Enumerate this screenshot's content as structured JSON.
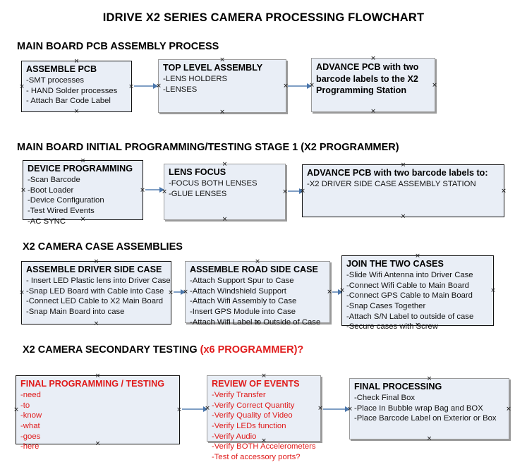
{
  "document": {
    "title": "IDRIVE X2  SERIES CAMERA PROCESSING FLOWCHART",
    "accent_color": "#e01b1b",
    "node_fill": "#e9eef6",
    "arrow_color": "#7f9ec4"
  },
  "sections": [
    {
      "id": "pcb-assembly",
      "heading": "MAIN BOARD PCB ASSEMBLY PROCESS",
      "heading_accent": "",
      "nodes": [
        {
          "id": "assemble-pcb",
          "title": "ASSEMBLE PCB",
          "lines": [
            "-SMT processes",
            "- HAND Solder processes",
            "- Attach Bar Code Label"
          ]
        },
        {
          "id": "top-level-assembly",
          "title": "TOP LEVEL ASSEMBLY",
          "lines": [
            "-LENS HOLDERS",
            "-LENSES"
          ]
        },
        {
          "id": "advance-pcb-station",
          "title": "ADVANCE PCB with two barcode labels to the  X2 Programming Station",
          "lines": []
        }
      ]
    },
    {
      "id": "initial-programming",
      "heading": "MAIN BOARD INITIAL PROGRAMMING/TESTING STAGE 1 (X2 PROGRAMMER)",
      "heading_accent": "",
      "nodes": [
        {
          "id": "device-programming",
          "title": "DEVICE PROGRAMMING",
          "lines": [
            "-Scan Barcode",
            "-Boot Loader",
            "-Device Configuration",
            "-Test Wired Events",
            "-AC SYNC"
          ]
        },
        {
          "id": "lens-focus",
          "title": "LENS FOCUS",
          "lines": [
            "-FOCUS BOTH LENSES",
            "-GLUE LENSES"
          ]
        },
        {
          "id": "advance-pcb-driver-side",
          "title": "ADVANCE PCB with two barcode labels to:",
          "lines": [
            "-X2 DRIVER  SIDE  CASE  ASSEMBLY STATION"
          ]
        }
      ]
    },
    {
      "id": "case-assemblies",
      "heading": "X2 CAMERA CASE ASSEMBLIES",
      "heading_accent": "",
      "nodes": [
        {
          "id": "assemble-driver-side-case",
          "title": "ASSEMBLE DRIVER SIDE CASE",
          "lines": [
            "- Insert LED Plastic lens into Driver Case",
            "-Snap LED Board with Cable into Case",
            "-Connect LED Cable to X2 Main Board",
            "-Snap Main Board into case"
          ]
        },
        {
          "id": "assemble-road-side-case",
          "title": "ASSEMBLE ROAD SIDE CASE",
          "lines": [
            "-Attach Support Spur to Case",
            "-Attach Windshield Support",
            "-Attach Wifi Assembly to Case",
            "-Insert GPS Module into Case",
            "-Attach Wifi Label to Outside of Case"
          ]
        },
        {
          "id": "join-the-two-cases",
          "title": "JOIN THE TWO CASES",
          "lines": [
            "-Slide Wifi Antenna into Driver Case",
            "-Connect Wifi Cable to Main Board",
            "-Connect GPS Cable to Main Board",
            "-Snap Cases Together",
            "-Attach S/N Label to outside of case",
            "-Secure cases with Screw"
          ]
        }
      ]
    },
    {
      "id": "secondary-testing",
      "heading": "X2 CAMERA SECONDARY TESTING ",
      "heading_accent": "(x6 PROGRAMMER)?",
      "nodes": [
        {
          "id": "final-programming-testing",
          "title": "FINAL PROGRAMMING / TESTING",
          "lines": [
            "-need",
            "-to",
            "-know",
            "-what",
            "-goes",
            "-here"
          ]
        },
        {
          "id": "review-of-events",
          "title": "REVIEW OF EVENTS",
          "lines": [
            "-Verify Transfer",
            "-Verify Correct Quantity",
            "-Verify Quality of Video",
            "-Verify LEDs function",
            "-Verify Audio",
            "-Verify BOTH Accelerometers",
            "-Test of accessory ports?"
          ]
        },
        {
          "id": "final-processing",
          "title": "FINAL PROCESSING",
          "lines": [
            " -Check Final Box",
            "-Place In Bubble wrap Bag and BOX",
            "-Place Barcode Label on Exterior or Box"
          ]
        }
      ]
    }
  ]
}
